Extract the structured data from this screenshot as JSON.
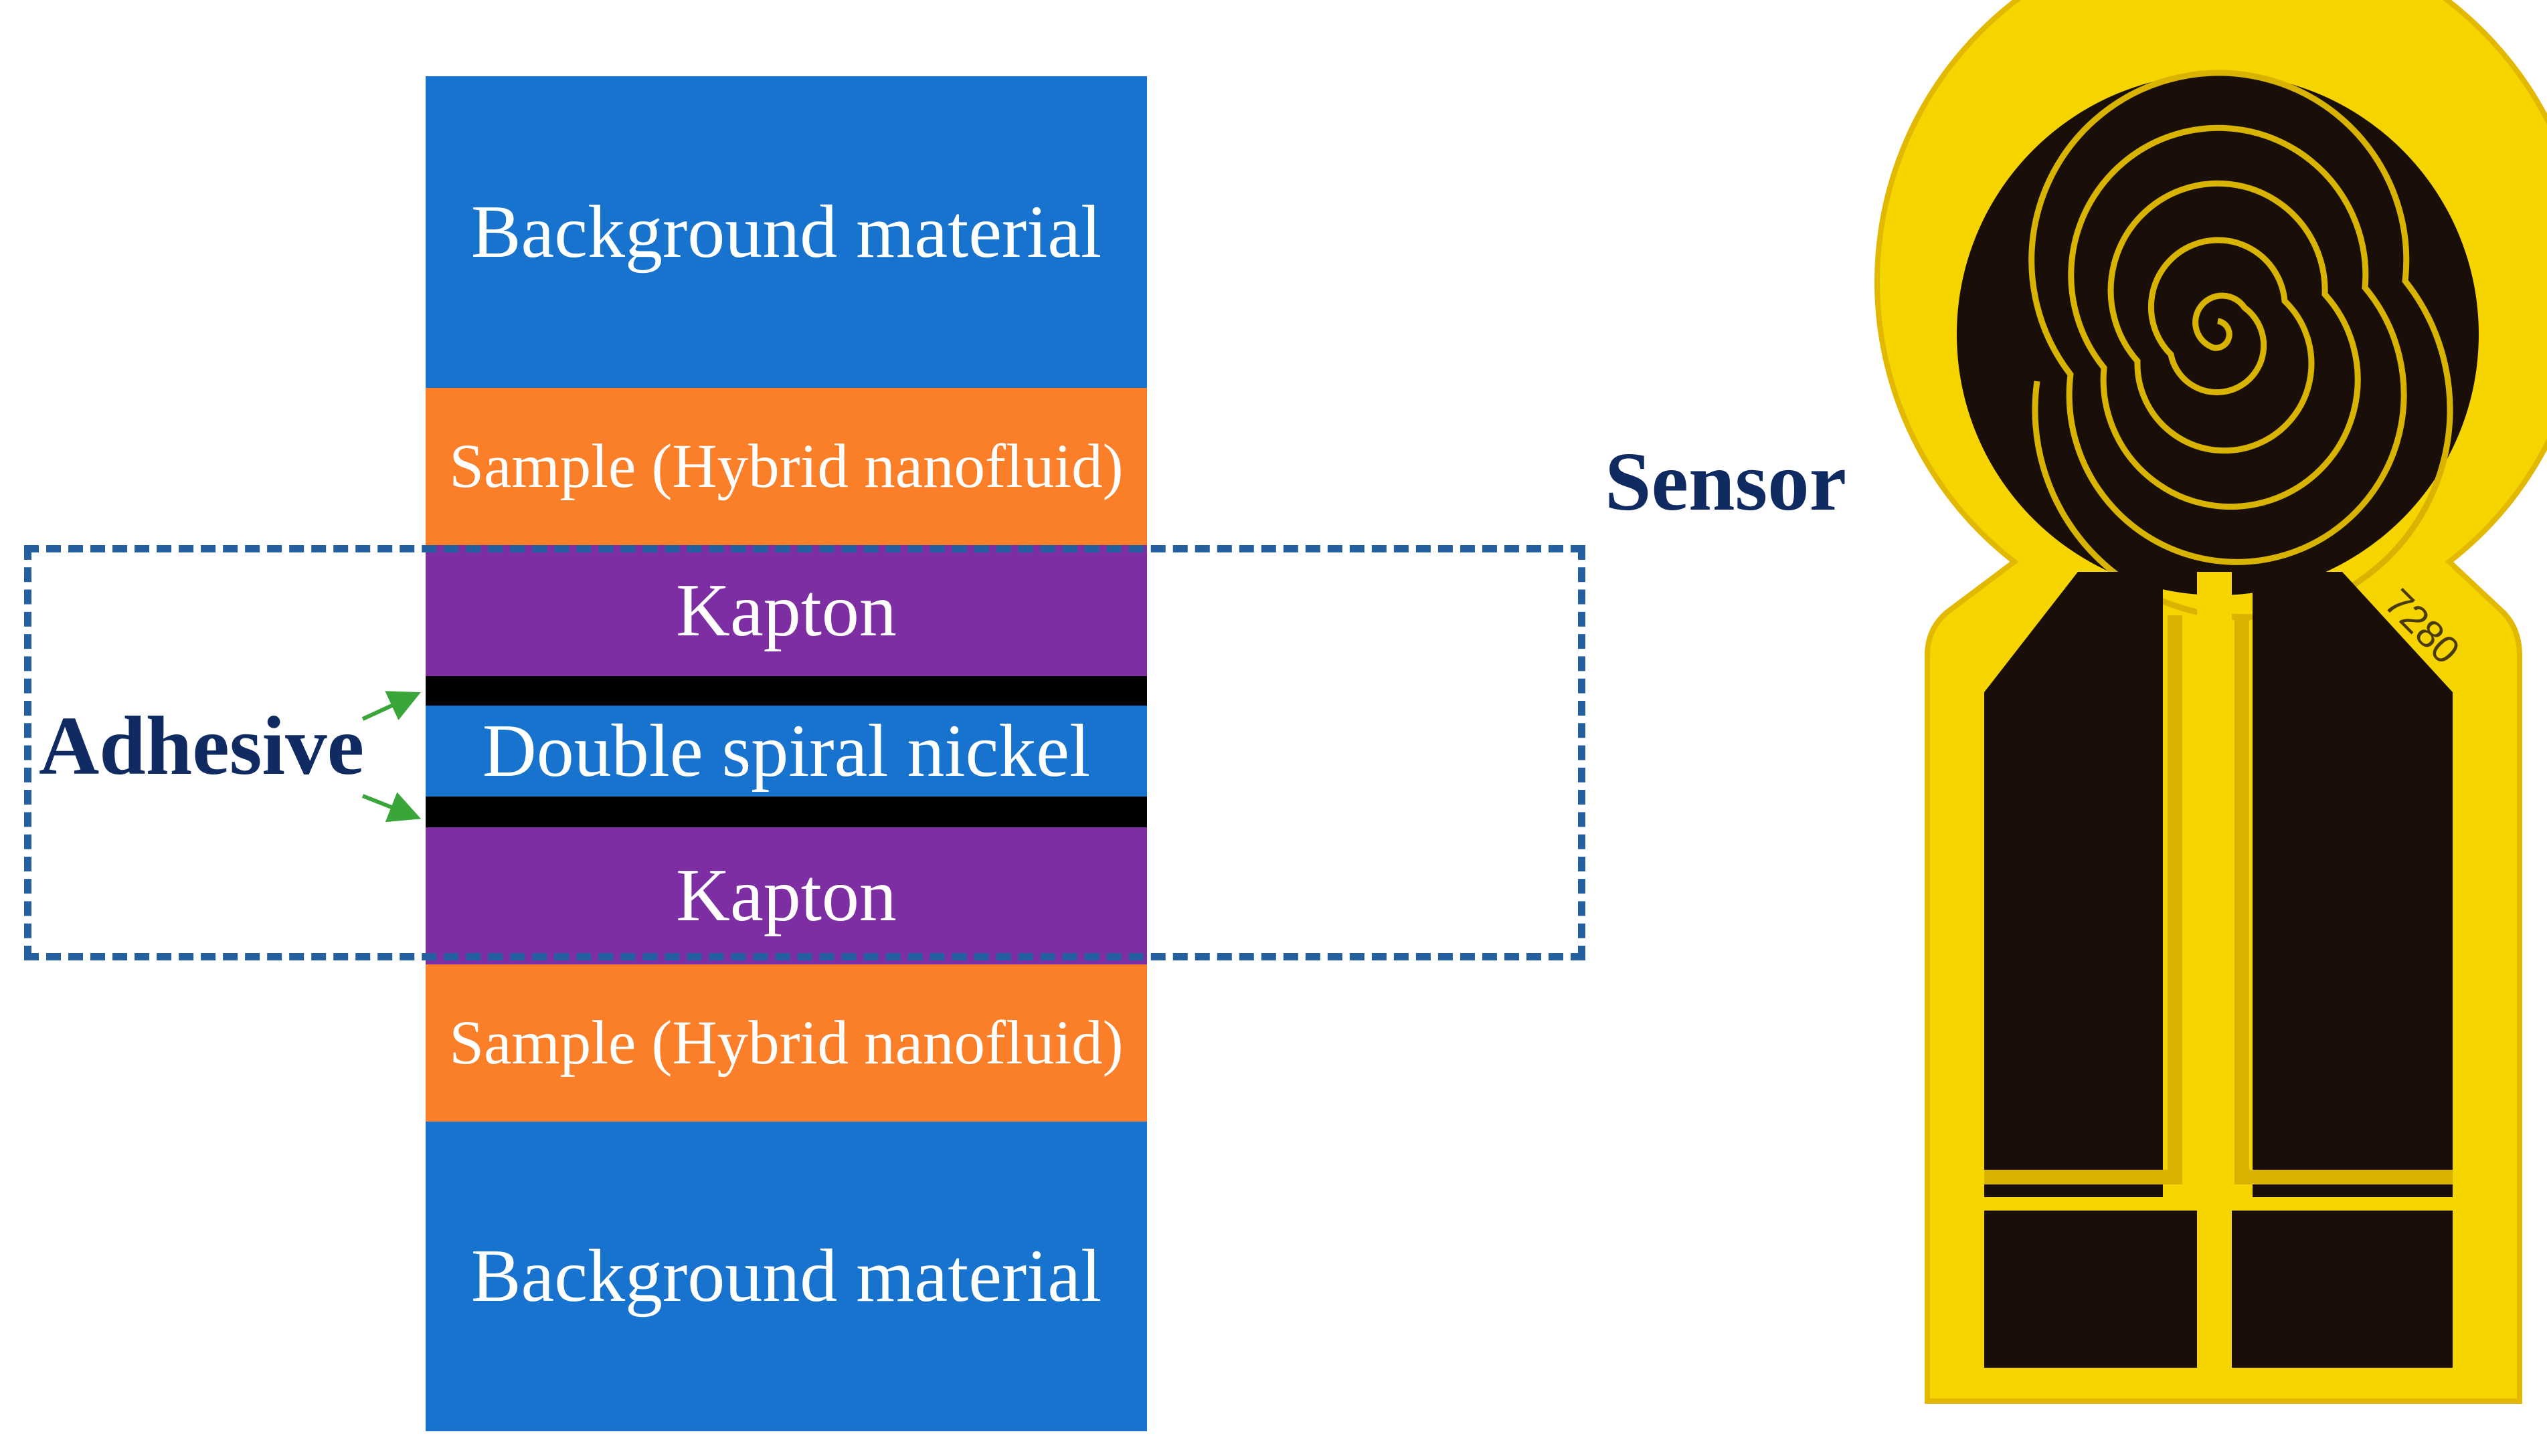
{
  "layers": {
    "background_top": "Background material",
    "sample_top": "Sample (Hybrid nanofluid)",
    "kapton_top": "Kapton",
    "nickel": "Double spiral nickel",
    "kapton_bottom": "Kapton",
    "sample_bottom": "Sample (Hybrid nanofluid)",
    "background_bottom": "Background material"
  },
  "labels": {
    "adhesive": "Adhesive",
    "sensor": "Sensor",
    "sensor_print": "7280"
  },
  "colors": {
    "background_material": "#1773cd",
    "sample": "#fa7f28",
    "kapton": "#7d2ea2",
    "adhesive": "#000000",
    "dashed_box": "#245fa0",
    "label_text": "#0f2b62",
    "arrow": "#3aa63a",
    "sensor_substrate": "#f5d400",
    "sensor_trace": "#1a0f08"
  }
}
